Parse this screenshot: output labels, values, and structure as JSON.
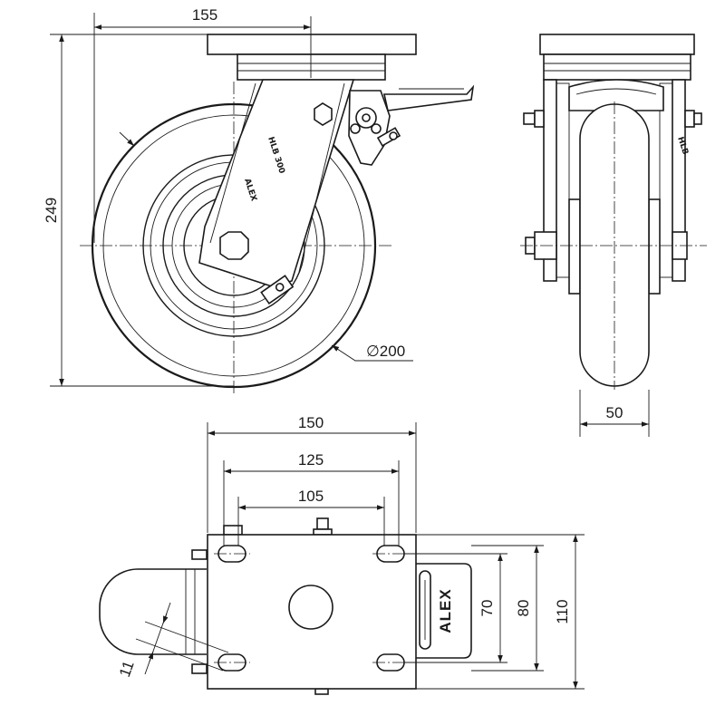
{
  "dimensions": {
    "side_width": "155",
    "height": "249",
    "wheel_diameter": "∅200",
    "wheel_width": "50",
    "plate_width": "150",
    "hole_spacing_outer": "125",
    "hole_spacing_inner": "105",
    "hole_size": "11",
    "hole_spacing_short": "70",
    "hole_spacing_long": "80",
    "plate_length": "110"
  },
  "brand_label": "ALEX",
  "views": [
    "side-view",
    "front-view",
    "top-view"
  ],
  "colors": {
    "line": "#1a1a1a",
    "background": "#ffffff"
  }
}
